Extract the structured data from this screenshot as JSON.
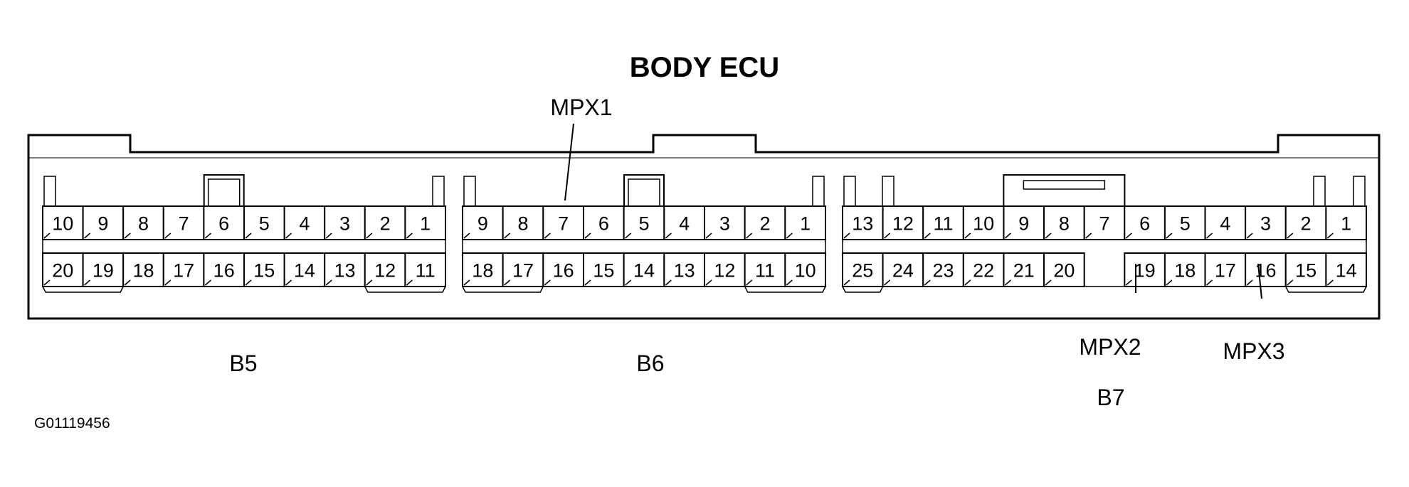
{
  "diagram": {
    "title": "BODY ECU",
    "figure_id": "G01119456",
    "callouts": {
      "mpx1": "MPX1",
      "mpx2": "MPX2",
      "mpx3": "MPX3"
    },
    "connectors": [
      {
        "name": "B5",
        "top_row": [
          "10",
          "9",
          "8",
          "7",
          "6",
          "5",
          "4",
          "3",
          "2",
          "1"
        ],
        "bottom_row": [
          "20",
          "19",
          "18",
          "17",
          "16",
          "15",
          "14",
          "13",
          "12",
          "11"
        ]
      },
      {
        "name": "B6",
        "top_row": [
          "9",
          "8",
          "7",
          "6",
          "5",
          "4",
          "3",
          "2",
          "1"
        ],
        "bottom_row": [
          "18",
          "17",
          "16",
          "15",
          "14",
          "13",
          "12",
          "11",
          "10"
        ]
      },
      {
        "name": "B7",
        "top_row": [
          "13",
          "12",
          "11",
          "10",
          "9",
          "8",
          "7",
          "6",
          "5",
          "4",
          "3",
          "2",
          "1"
        ],
        "bottom_row": [
          "25",
          "24",
          "23",
          "22",
          "21",
          "20",
          "19",
          "18",
          "17",
          "16",
          "15",
          "14"
        ]
      }
    ]
  }
}
